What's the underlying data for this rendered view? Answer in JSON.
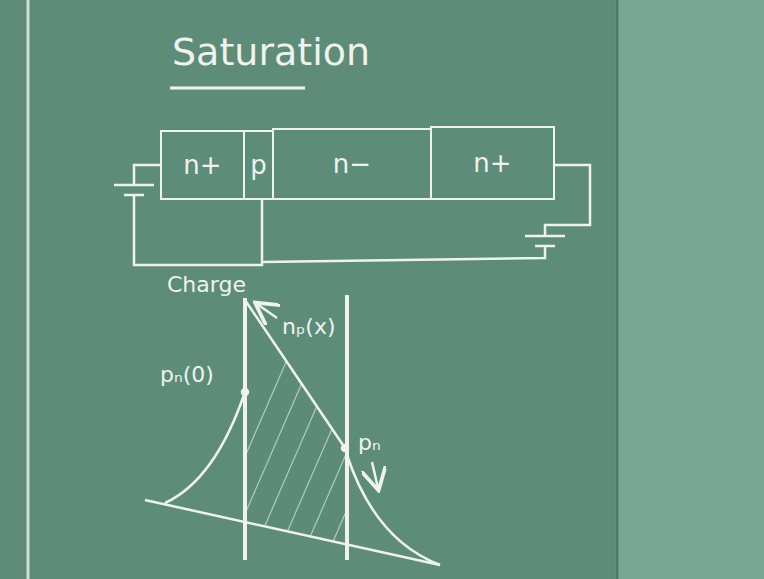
{
  "diagram": {
    "title": "Saturation",
    "nodes": [
      {
        "text": [
          "n+"
        ]
      },
      {
        "text": [
          "p"
        ]
      },
      {
        "text": [
          "n−"
        ]
      },
      {
        "text": [
          "n+"
        ]
      }
    ],
    "labels": [
      "Charge",
      "nₚ(x)",
      "pₙ(0)",
      "pₙ"
    ]
  }
}
